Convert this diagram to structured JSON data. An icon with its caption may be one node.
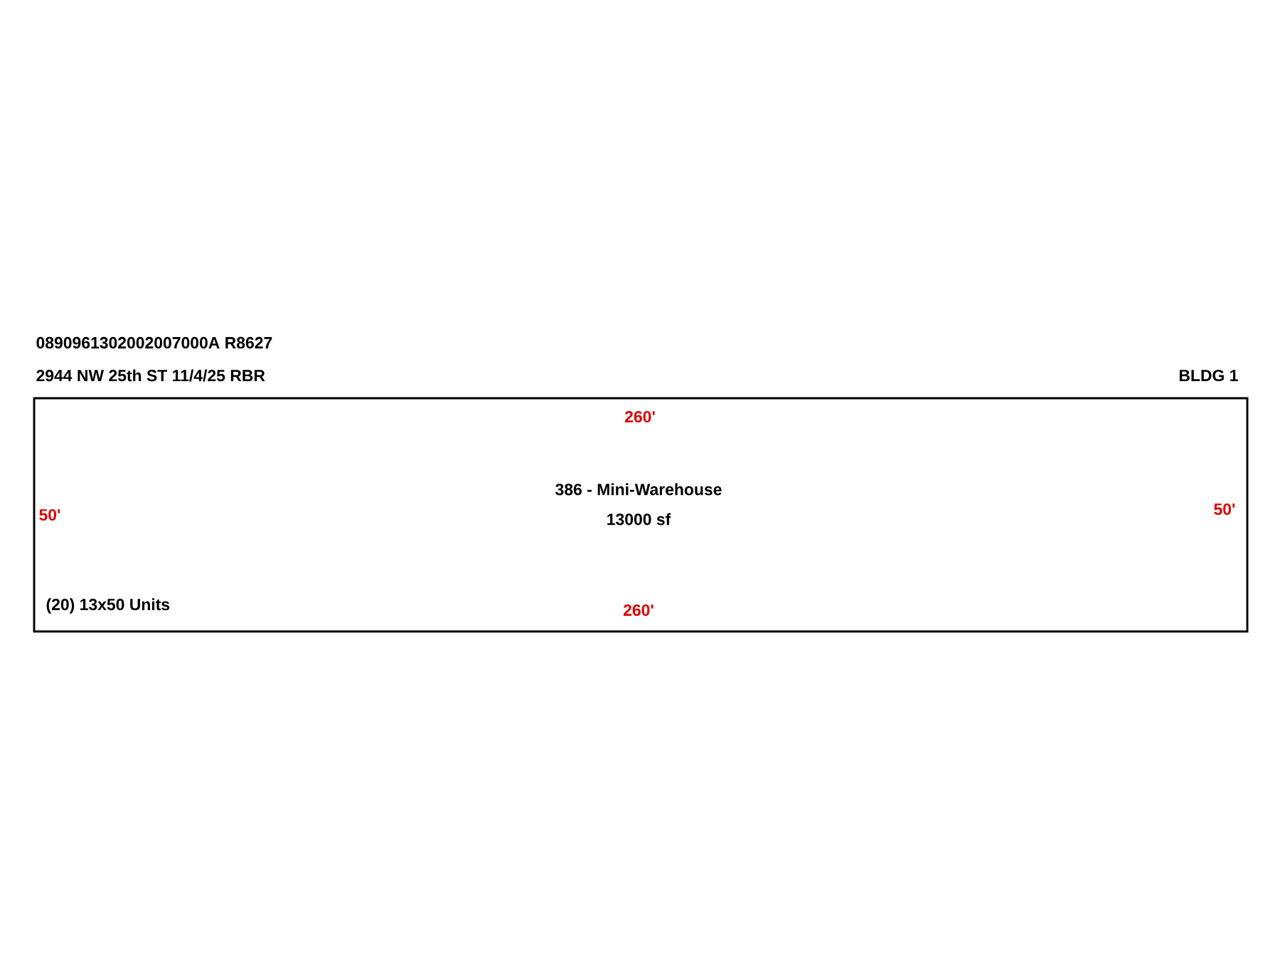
{
  "diagram": {
    "nodes": [
      {
        "text": [
          "386 - Mini-Warehouse",
          "13000 sf",
          "(20) 13x50 Units"
        ]
      }
    ],
    "labels": [
      "0890961302002007000A  R8627",
      "2944 NW 25th ST  11/4/25  RBR",
      "BLDG 1",
      "260'",
      "50'",
      "50'",
      "260'"
    ]
  }
}
